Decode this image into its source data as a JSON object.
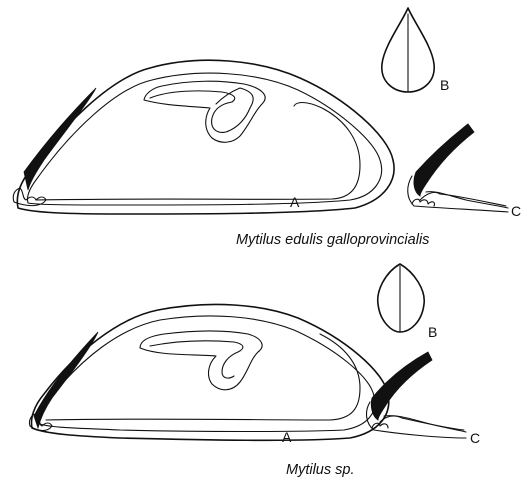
{
  "top_panel": {
    "species": "Mytilus edulis galloprovincialis",
    "label_a": "A",
    "label_b": "B",
    "label_c": "C"
  },
  "bottom_panel": {
    "species": "Mytilus sp.",
    "label_a": "A",
    "label_b": "B",
    "label_c": "C"
  }
}
